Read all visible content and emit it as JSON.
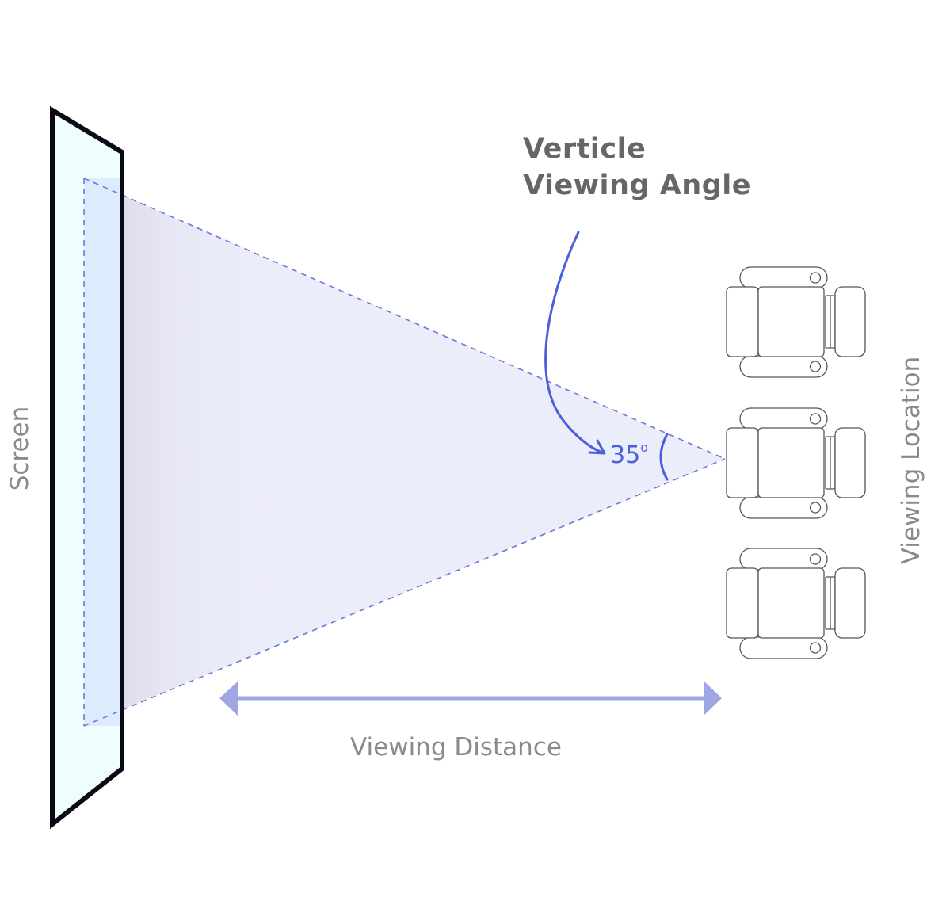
{
  "title": {
    "line1": "Verticle",
    "line2": "Viewing Angle"
  },
  "labels": {
    "screen": "Screen",
    "viewing_location": "Viewing Location",
    "viewing_distance": "Viewing Distance"
  },
  "angle": {
    "value": "35",
    "unit": "o"
  },
  "seats": [
    {
      "name": "seat-1"
    },
    {
      "name": "seat-2"
    },
    {
      "name": "seat-3"
    }
  ],
  "colors": {
    "accent": "#4a5fd8",
    "cone_fill": "#ecedfa",
    "cone_dash": "#6b78d8",
    "arrow": "#9ea7e4",
    "screen_fill": "#effdff",
    "screen_inner": "#dfeefd",
    "label_gray": "#8a8a8a",
    "title_gray": "#666666"
  }
}
